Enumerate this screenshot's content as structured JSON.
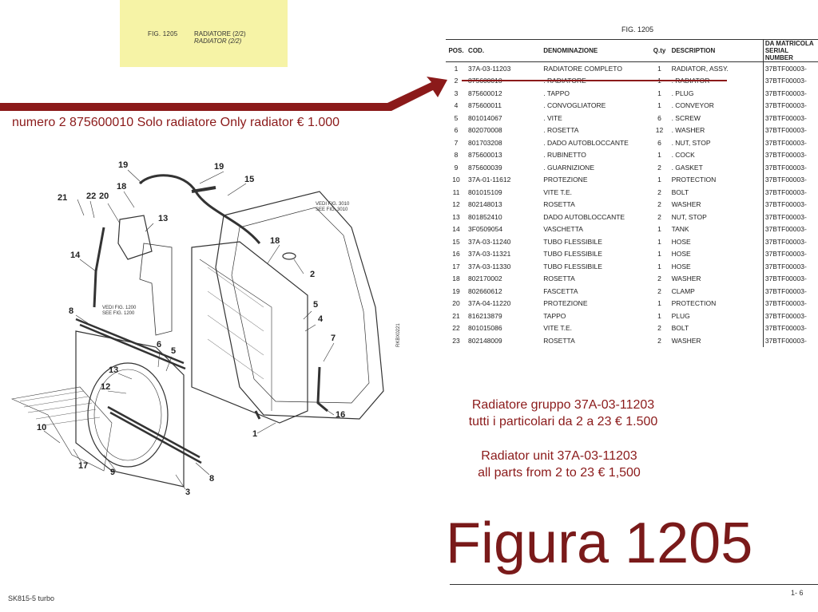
{
  "header_label": {
    "fig": "FIG. 1205",
    "title_it": "RADIATORE (2/2)",
    "title_en": "RADIATOR (2/2)"
  },
  "table": {
    "fig_label": "FIG. 1205",
    "headers": {
      "pos": "POS.",
      "cod": "COD.",
      "denominazione": "DENOMINAZIONE",
      "qty": "Q.ty",
      "description": "DESCRIPTION",
      "serial": "DA MATRICOLA SERIAL NUMBER"
    },
    "rows": [
      {
        "pos": "1",
        "cod": "37A-03-11203",
        "den": "RADIATORE COMPLETO",
        "qty": "1",
        "desc": "RADIATOR, ASSY.",
        "ser": "37BTF00003-"
      },
      {
        "pos": "2",
        "cod": "875600010",
        "den": ". RADIATORE",
        "qty": "1",
        "desc": ". RADIATOR",
        "ser": "37BTF00003-"
      },
      {
        "pos": "3",
        "cod": "875600012",
        "den": ". TAPPO",
        "qty": "1",
        "desc": ". PLUG",
        "ser": "37BTF00003-"
      },
      {
        "pos": "4",
        "cod": "875600011",
        "den": ". CONVOGLIATORE",
        "qty": "1",
        "desc": ". CONVEYOR",
        "ser": "37BTF00003-"
      },
      {
        "pos": "5",
        "cod": "801014067",
        "den": ". VITE",
        "qty": "6",
        "desc": ". SCREW",
        "ser": "37BTF00003-"
      },
      {
        "pos": "6",
        "cod": "802070008",
        "den": ". ROSETTA",
        "qty": "12",
        "desc": ". WASHER",
        "ser": "37BTF00003-"
      },
      {
        "pos": "7",
        "cod": "801703208",
        "den": ". DADO AUTOBLOCCANTE",
        "qty": "6",
        "desc": ". NUT, STOP",
        "ser": "37BTF00003-"
      },
      {
        "pos": "8",
        "cod": "875600013",
        "den": ". RUBINETTO",
        "qty": "1",
        "desc": ". COCK",
        "ser": "37BTF00003-"
      },
      {
        "pos": "9",
        "cod": "875600039",
        "den": ". GUARNIZIONE",
        "qty": "2",
        "desc": ". GASKET",
        "ser": "37BTF00003-"
      },
      {
        "pos": "10",
        "cod": "37A-01-11612",
        "den": "PROTEZIONE",
        "qty": "1",
        "desc": "PROTECTION",
        "ser": "37BTF00003-"
      },
      {
        "pos": "11",
        "cod": "801015109",
        "den": "VITE T.E.",
        "qty": "2",
        "desc": "BOLT",
        "ser": "37BTF00003-"
      },
      {
        "pos": "12",
        "cod": "802148013",
        "den": "ROSETTA",
        "qty": "2",
        "desc": "WASHER",
        "ser": "37BTF00003-"
      },
      {
        "pos": "13",
        "cod": "801852410",
        "den": "DADO AUTOBLOCCANTE",
        "qty": "2",
        "desc": "NUT, STOP",
        "ser": "37BTF00003-"
      },
      {
        "pos": "14",
        "cod": "3F0509054",
        "den": "VASCHETTA",
        "qty": "1",
        "desc": "TANK",
        "ser": "37BTF00003-"
      },
      {
        "pos": "15",
        "cod": "37A-03-11240",
        "den": "TUBO FLESSIBILE",
        "qty": "1",
        "desc": "HOSE",
        "ser": "37BTF00003-"
      },
      {
        "pos": "16",
        "cod": "37A-03-11321",
        "den": "TUBO FLESSIBILE",
        "qty": "1",
        "desc": "HOSE",
        "ser": "37BTF00003-"
      },
      {
        "pos": "17",
        "cod": "37A-03-11330",
        "den": "TUBO FLESSIBILE",
        "qty": "1",
        "desc": "HOSE",
        "ser": "37BTF00003-"
      },
      {
        "pos": "18",
        "cod": "802170002",
        "den": "ROSETTA",
        "qty": "2",
        "desc": "WASHER",
        "ser": "37BTF00003-"
      },
      {
        "pos": "19",
        "cod": "802660612",
        "den": "FASCETTA",
        "qty": "2",
        "desc": "CLAMP",
        "ser": "37BTF00003-"
      },
      {
        "pos": "20",
        "cod": "37A-04-11220",
        "den": "PROTEZIONE",
        "qty": "1",
        "desc": "PROTECTION",
        "ser": "37BTF00003-"
      },
      {
        "pos": "21",
        "cod": "816213879",
        "den": "TAPPO",
        "qty": "1",
        "desc": "PLUG",
        "ser": "37BTF00003-"
      },
      {
        "pos": "22",
        "cod": "801015086",
        "den": "VITE T.E.",
        "qty": "2",
        "desc": "BOLT",
        "ser": "37BTF00003-"
      },
      {
        "pos": "23",
        "cod": "802148009",
        "den": "ROSETTA",
        "qty": "2",
        "desc": "WASHER",
        "ser": "37BTF00003-"
      }
    ]
  },
  "annotation": "numero 2 875600010 Solo radiatore Only radiator  € 1.000",
  "note_it": [
    "Radiatore gruppo 37A-03-11203",
    "tutti i particolari da 2 a 23 € 1.500"
  ],
  "note_en": [
    "Radiator unit 37A-03-11203",
    "all parts from 2 to 23 € 1,500"
  ],
  "figura_title": "Figura 1205",
  "footer_left": "SK815-5 turbo",
  "footer_right": "1- 6",
  "drawing": {
    "see_fig_3010": [
      "VEDI FIG. 3010",
      "SEE FIG. 3010"
    ],
    "see_fig_1200": [
      "VEDI FIG. 1200",
      "SEE FIG. 1200"
    ],
    "drawing_code": "RKBX0221",
    "callouts": [
      "19",
      "19",
      "15",
      "18",
      "20",
      "21",
      "22",
      "13",
      "14",
      "18",
      "2",
      "8",
      "5",
      "4",
      "6",
      "5",
      "13",
      "12",
      "7",
      "16",
      "1",
      "10",
      "17",
      "9",
      "8",
      "3"
    ]
  },
  "colors": {
    "accent": "#8b1a1a",
    "label_bg": "#f6f3a6"
  }
}
